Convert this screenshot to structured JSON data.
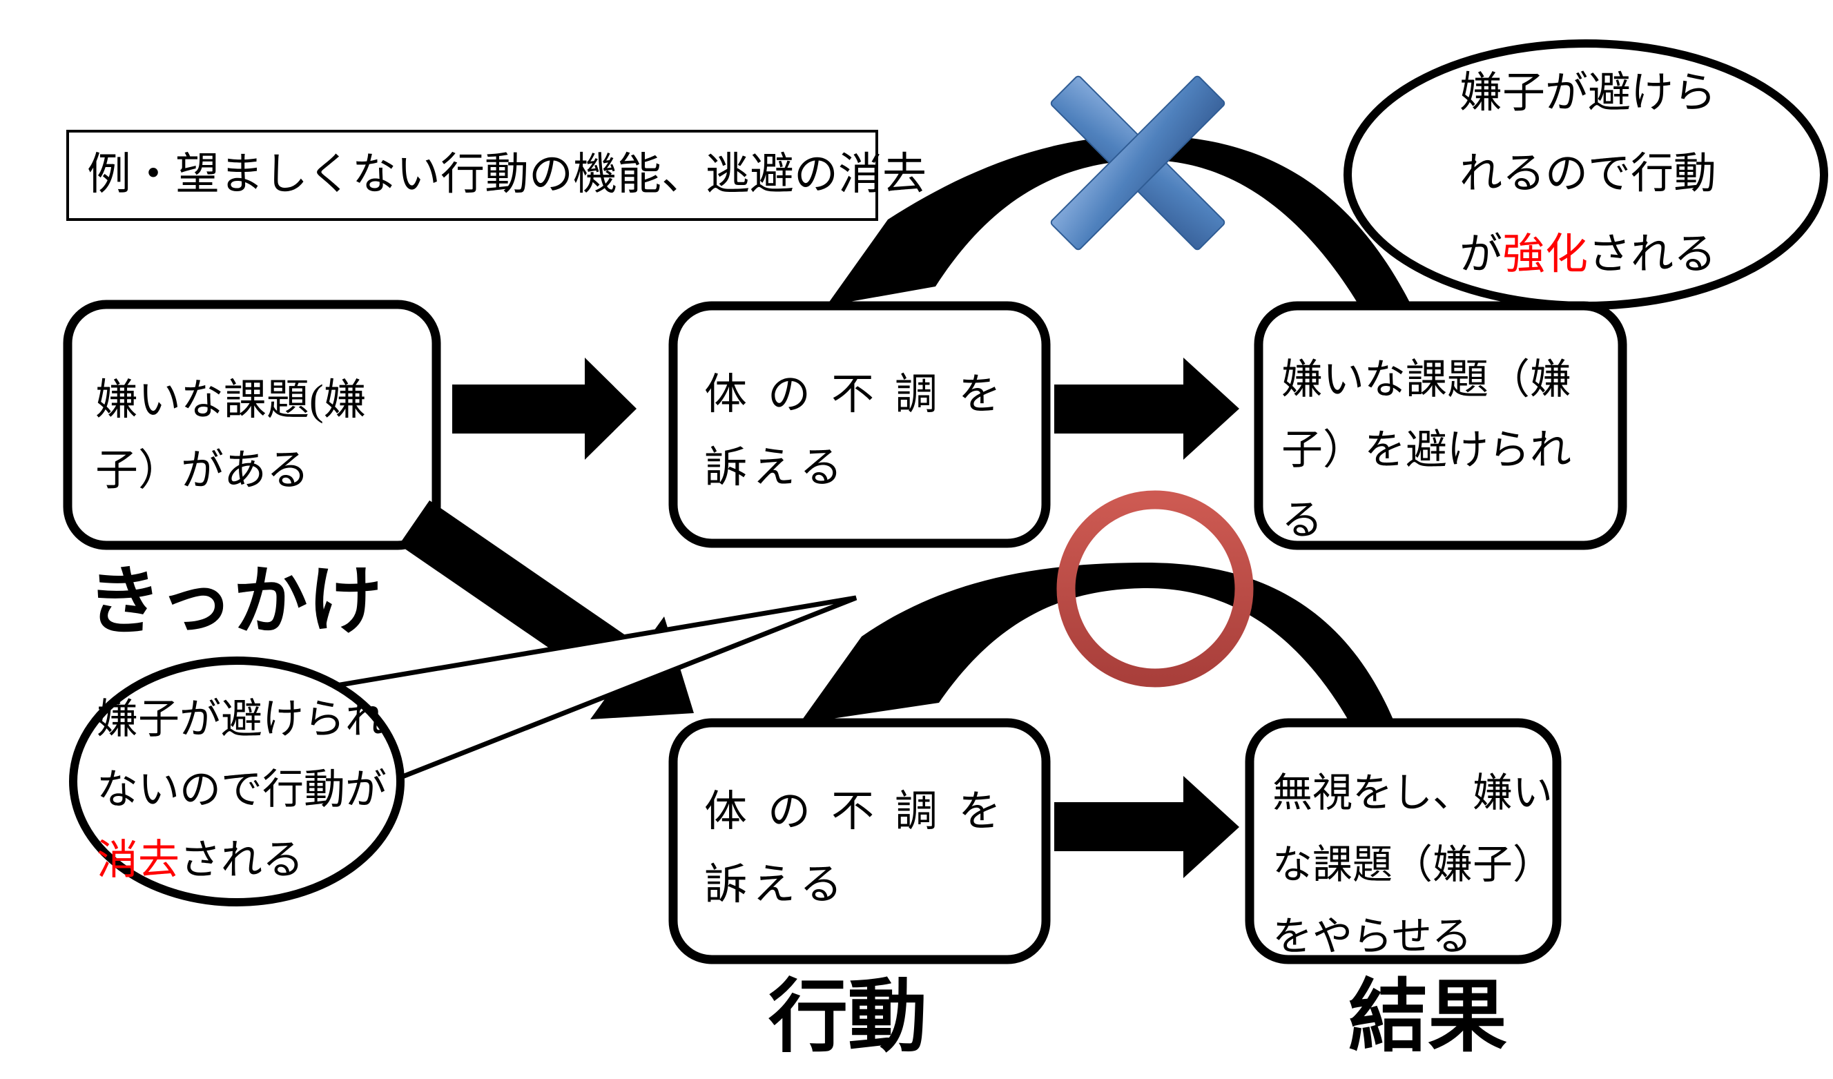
{
  "example_note": "例・望ましくない行動の機能、逃避の消去",
  "stage_labels": {
    "antecedent": "きっかけ",
    "behavior": "行動",
    "consequence": "結果"
  },
  "boxes": {
    "antecedent": {
      "line1": "嫌いな課題(嫌",
      "line2": "子）がある"
    },
    "behavior_top": {
      "line1": "体の不調を",
      "line2": "訴える"
    },
    "consequence_top": {
      "line1": "嫌いな課題（嫌",
      "line2": "子）を避けられ",
      "line3": "る"
    },
    "behavior_bottom": {
      "line1": "体の不調を",
      "line2": "訴える"
    },
    "consequence_bottom": {
      "line1": "無視をし、嫌い",
      "line2": "な課題（嫌子）",
      "line3": "をやらせる"
    }
  },
  "callouts": {
    "reinforced": {
      "line1": "嫌子が避けら",
      "line2": "れるので行動",
      "line3_before": "が",
      "line3_emphasis": "強化",
      "line3_after": "される"
    },
    "extinguished": {
      "line1": "嫌子が避けられ",
      "line2": "ないので行動が",
      "line3_emphasis": "消去",
      "line3_after": "される"
    }
  },
  "colors": {
    "emphasis_text": "#ff0000",
    "cross_blue": "#4f81bd",
    "ring_red": "#c0504d",
    "diagram_ink": "#000000"
  }
}
